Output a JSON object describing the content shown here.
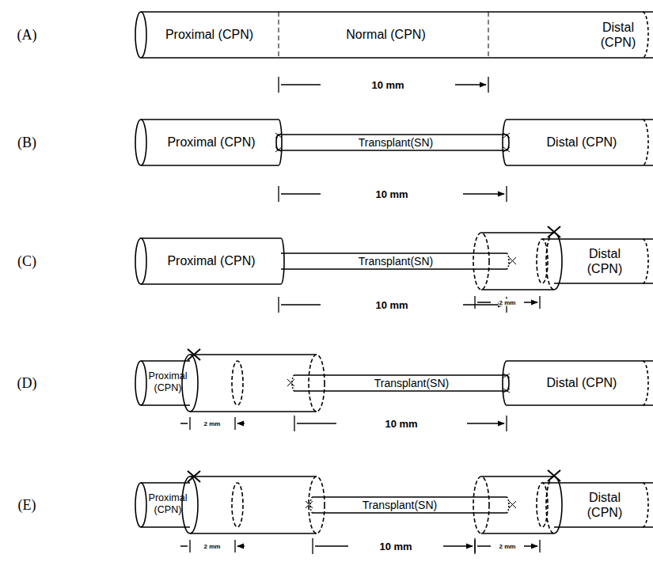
{
  "diagram": {
    "nodes": [
      {
        "text": [
          "Proximal (CPN)"
        ]
      },
      {
        "text": [
          "Normal (CPN)"
        ]
      },
      {
        "text": [
          "Distal (CPN)"
        ]
      },
      {
        "text": [
          "Proximal (CPN)"
        ]
      },
      {
        "text": [
          "Transplant(SN)"
        ]
      },
      {
        "text": [
          "Distal (CPN)"
        ]
      },
      {
        "text": [
          "Proximal (CPN)"
        ]
      },
      {
        "text": [
          "Transplant(SN)"
        ]
      },
      {
        "text": [
          "Distal (CPN)"
        ]
      },
      {
        "text": [
          "Proximal (CPN)"
        ]
      },
      {
        "text": [
          "Transplant(SN)"
        ]
      },
      {
        "text": [
          "Distal (CPN)"
        ]
      },
      {
        "text": [
          "Proximal (CPN)"
        ]
      },
      {
        "text": [
          "Transplant(SN)"
        ]
      },
      {
        "text": [
          "Distal (CPN)"
        ]
      }
    ],
    "labels": [
      "(A)",
      "10 mm",
      "(B)",
      "10 mm",
      "(C)",
      "10 mm",
      "2 mm",
      "(D)",
      "2 mm",
      "10 mm",
      "(E)",
      "2 mm",
      "10 mm",
      "2 mm"
    ]
  }
}
